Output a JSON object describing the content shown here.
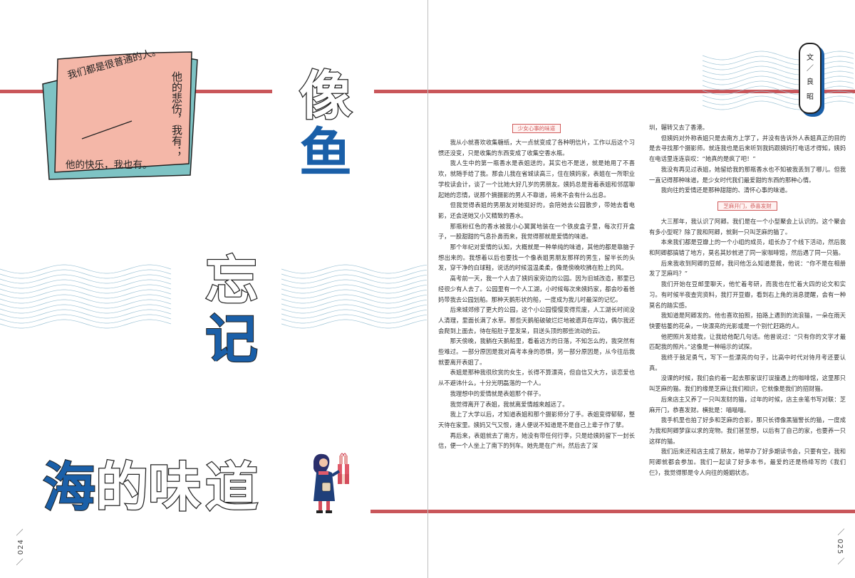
{
  "title": {
    "chars": [
      "像",
      "鱼"
    ],
    "chars2": [
      "忘",
      "记"
    ],
    "line3": [
      "海",
      "的",
      "味",
      "道"
    ]
  },
  "quote": {
    "line1": "我们都是很普通的人。",
    "line2": "他的悲伤，我有；",
    "line3": "他的快乐，我也有。"
  },
  "author": {
    "label": "文",
    "sep": "／",
    "name1": "良",
    "name2": "昭"
  },
  "page_numbers": {
    "left": "／ 024 ／",
    "right": "／ 025 ／"
  },
  "sections": [
    {
      "heading": "少女心事的味道"
    },
    {
      "heading": "芝麻开门，恭喜发财"
    }
  ],
  "column1": [
    "我从小就喜欢收集糖纸，大一点就变成了各种明信片，工作以后这个习惯还没变，只是收集的东西变成了收集空香水瓶。",
    "我人生中的第一瓶香水是表姐送的，其实也不是送，就是她用了不喜欢，就随手给了我。那会儿我在省城读高三，住在姨妈家，表姐在一所职业学校读会计，谈了一个比她大好几岁的男朋友。姨妈总是背着表姐和邻居聊起她的恋情，说那个摘摄影的男人不靠谱，将来不会有什么出息。",
    "但我觉得表姐的男朋友对她挺好的，会陪她去公园散步，带她去看电影，还会送她又小又精致的香水。",
    "那瓶粉红色的香水被我小心翼翼地装在一个铁皮盒子里，每次打开盒子，一股甜甜的气息扑鼻而来，我觉得那就是爱情的味道。",
    "那个年纪对爱情的认知，大概就是一种单纯的味道，其他的都是靠脑子想出来的。我想着以后也要找一个像表姐男朋友那样的男生，留半长的头发，穿干净的白球鞋，说话的时候温温柔柔，像是傍晚吹拂在脸上的风。",
    "高考前一天，我一个人去了姨妈家旁边的公园。因为旧城改造，那里已经很少有人去了。公园里有一个人工湖，小时候每次来姨妈家，都会吵着爸妈带我去公园划船。那种天鹅形状的船，一度成为我儿时最深的记忆。",
    "后来城郊修了更大的公园，这个小公园慢慢变得荒废，人工湖长时间没人清理，里面长满了水草。那些天鹅船破破烂烂地被遗弃在岸边，偶尔我还会爬到上面去，待在船肚子里发呆，目送头顶的那些流动的云。",
    "那天傍晚，我躺在天鹅船里，看着远方的日落，不知怎么的，我突然有些难过。一部分原因是我对高考本身的恐惧，另一部分原因是，从今往后我就要离开表姐了。",
    "表姐是那种我很欣赏的女生，长得不算漂亮，但自信又大方，谈恋爱也从不避讳什么，十分光明磊落的一个人。",
    "我理想中的爱情就是表姐那个样子。",
    "我觉得离开了表姐，我就离爱情越来越远了。",
    "我上了大学以后，才知道表姐和那个摄影师分了手。表姐变得郁郁，整天待在家里。姨妈又气又恨，逢人便说不知道是不是自己上辈子作了孽。",
    "再后来，表姐就去了南方，她没有带任何行李，只是给姨妈留下一封长信，便一个人坐上了南下的列车。她先是在广州，然后去了深"
  ],
  "column2a": [
    "圳，辗转又去了香港。",
    "但姨妈对外称表姐只是去南方上学了，并没有告诉外人表姐真正的目的是去寻找那个摄影师。就连我也是后来听到我妈跟姨妈打电话才得知，姨妈在电话里连连哀叹：“她真的是疯了吧！”",
    "我没有再见过表姐，她留给我的那瓶香水也不知被我丢到了哪儿。但我一直记得那种味道，是少女时代我们最爱甜的东西的那种心情。",
    "我向往的爱情还是那种甜甜的、清怀心事的味道。"
  ],
  "column2b": [
    "大三那年，我认识了阿卿。我们是在一个小型聚会上认识的。这个聚会有多小型呢？除了我和阿卿，就剩一只叫芝麻的猫了。",
    "本来我们都是豆瓣上的一个小组的成员，组长办了个线下活动，然后我和阿卿都搞错了地方，莫名其妙就进了同一家咖啡馆，然后遇了同一只猫。",
    "后来我收到阿卿的豆邮，我问他怎么知道是我，他说：“你不是在相册发了芝麻吗？”",
    "我们开始在豆邮里聊天，他忙着考研，而我也在忙着大四的论文和实习。有时候半夜查完资料，我打开豆瓣，看到右上角的消息提醒，会有一种莫名的踏实感。",
    "我知道是阿卿发的。他也喜欢拍照，拍路上遇到的流浪猫，一朵在雨天快要枯萎的花朵，一块漂亮的光影或是一个别忙赶路的人。",
    "他把照片发给我，让我给他配几句话。他曾说过：“只有你的文字才最匹配我的照片。”这像是一种暗示的试探。",
    "我终于鼓足勇气，写下一些漂亮的句子，比高中时代对待月考还要认真。",
    "没课的时候，我们会约着一起去那家误打误撞遇上的咖啡馆，这里那只叫芝麻的猫。我们的缘是芝麻让我们相识，它就像是我们的招财猫。",
    "后来店主又养了一只叫发财的猫，过年的时候，店主亲笔书写对联：芝麻开门，恭喜发财。横批是：喵喵喵。",
    "我手机里也拍了好多和芝麻的合影，那只长得像黑猫警长的猫，一度成为我和阿卿梦寐以求的宠物。我们甚至想，以后有了自己的家，也要养一只这样的猫。",
    "我们后来还和店主成了朋友，她举办了好多期读书会，只要有空，我和阿卿就都会参加。我们一起读了好多本书，最爱的还是杨绛写的《我们仨》，我觉得那是令人向往的婚姻状态。"
  ]
}
